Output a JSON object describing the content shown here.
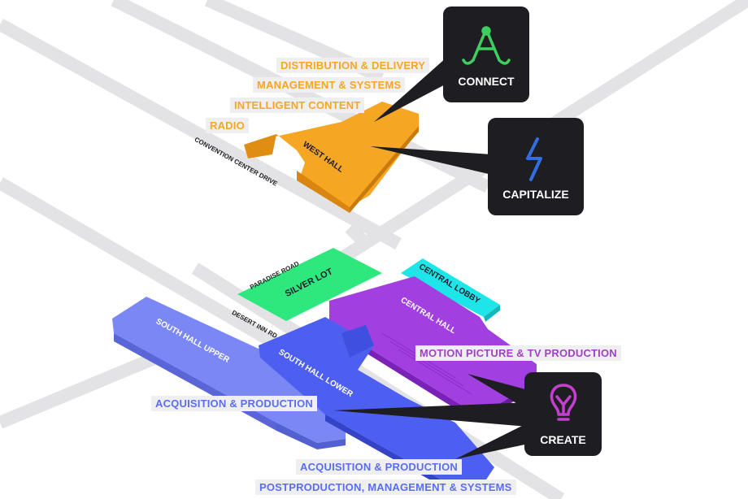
{
  "labels": {
    "distribution": "DISTRIBUTION & DELIVERY",
    "management": "MANAGEMENT & SYSTEMS",
    "intelligent": "INTELLIGENT CONTENT",
    "radio": "RADIO",
    "motion": "MOTION PICTURE & TV PRODUCTION",
    "acq_upper": "ACQUISITION & PRODUCTION",
    "acq_lower": "ACQUISITION & PRODUCTION",
    "postproduction": "POSTPRODUCTION, MANAGEMENT & SYSTEMS"
  },
  "roads": {
    "convention": "CONVENTION CENTER DRIVE",
    "paradise": "PARADISE ROAD",
    "desert_inn": "DESERT INN RD"
  },
  "halls": {
    "west": "WEST HALL",
    "silver": "SILVER LOT",
    "central_lobby": "CENTRAL LOBBY",
    "central": "CENTRAL HALL",
    "south_upper": "SOUTH HALL UPPER",
    "south_lower": "SOUTH HALL LOWER"
  },
  "cards": {
    "connect": {
      "title": "CONNECT",
      "icon": "connect-triangle-icon",
      "color": "#3ecf5e"
    },
    "capitalize": {
      "title": "CAPITALIZE",
      "icon": "lightning-bolt-icon",
      "color": "#2f6fe0"
    },
    "create": {
      "title": "CREATE",
      "icon": "lightbulb-icon",
      "color": "#c43fd0"
    }
  },
  "colors": {
    "west_hall": "#f5a623",
    "silver_lot": "#2ee87d",
    "central_lobby": "#1ee6e8",
    "central_hall": "#a23fe0",
    "south_hall_upper": "#7b87f5",
    "south_hall_lower": "#4d5ff0"
  }
}
